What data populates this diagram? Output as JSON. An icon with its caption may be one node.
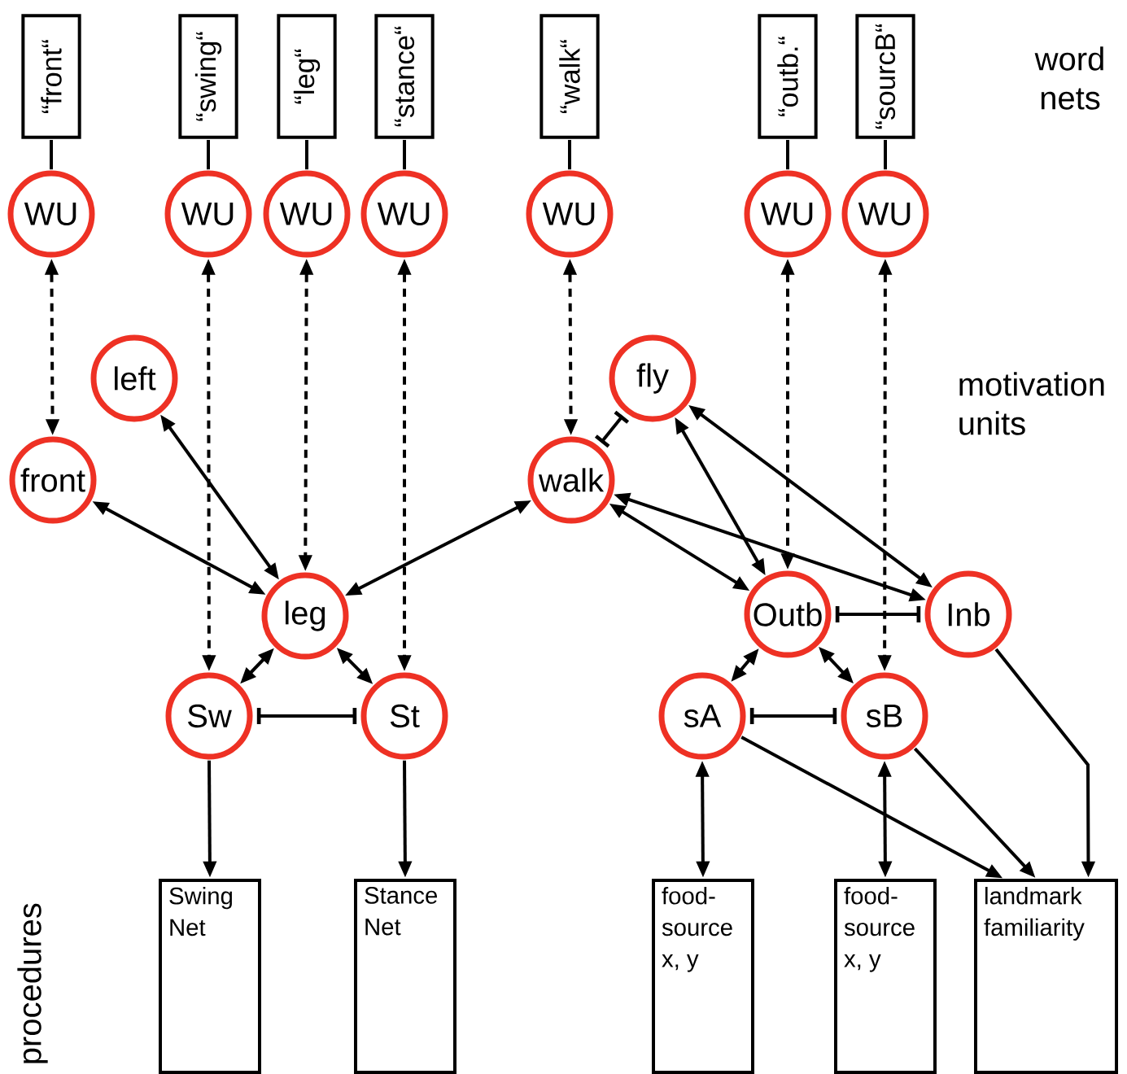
{
  "diagram": {
    "nodes": [
      {
        "text": [
          "“front“"
        ]
      },
      {
        "text": [
          "“swing“"
        ]
      },
      {
        "text": [
          "“leg“"
        ]
      },
      {
        "text": [
          "“stance“"
        ]
      },
      {
        "text": [
          "“walk“"
        ]
      },
      {
        "text": [
          "“outb.“"
        ]
      },
      {
        "text": [
          "“sourcB“"
        ]
      },
      {
        "text": [
          "WU"
        ]
      },
      {
        "text": [
          "WU"
        ]
      },
      {
        "text": [
          "WU"
        ]
      },
      {
        "text": [
          "WU"
        ]
      },
      {
        "text": [
          "WU"
        ]
      },
      {
        "text": [
          "WU"
        ]
      },
      {
        "text": [
          "WU"
        ]
      },
      {
        "text": [
          "left"
        ]
      },
      {
        "text": [
          "fly"
        ]
      },
      {
        "text": [
          "front"
        ]
      },
      {
        "text": [
          "walk"
        ]
      },
      {
        "text": [
          "leg"
        ]
      },
      {
        "text": [
          "Outb"
        ]
      },
      {
        "text": [
          "Inb"
        ]
      },
      {
        "text": [
          "Sw"
        ]
      },
      {
        "text": [
          "St"
        ]
      },
      {
        "text": [
          "sA"
        ]
      },
      {
        "text": [
          "sB"
        ]
      },
      {
        "text": [
          "Swing Net"
        ]
      },
      {
        "text": [
          "Stance Net"
        ]
      },
      {
        "text": [
          "food- source x, y"
        ]
      },
      {
        "text": [
          "food- source x, y"
        ]
      },
      {
        "text": [
          "landmark familiarity"
        ]
      }
    ],
    "edges": [
      {
        "from": 0,
        "to": 7,
        "arrow": "none"
      },
      {
        "from": 1,
        "to": 8,
        "arrow": "none"
      },
      {
        "from": 2,
        "to": 9,
        "arrow": "none"
      },
      {
        "from": 3,
        "to": 10,
        "arrow": "none"
      },
      {
        "from": 4,
        "to": 11,
        "arrow": "none"
      },
      {
        "from": 5,
        "to": 12,
        "arrow": "none"
      },
      {
        "from": 6,
        "to": 13,
        "arrow": "none"
      },
      {
        "from": 7,
        "to": 16,
        "arrow": "both",
        "style": "dashed"
      },
      {
        "from": 8,
        "to": 21,
        "arrow": "both",
        "style": "dashed"
      },
      {
        "from": 9,
        "to": 18,
        "arrow": "both",
        "style": "dashed"
      },
      {
        "from": 10,
        "to": 22,
        "arrow": "both",
        "style": "dashed"
      },
      {
        "from": 11,
        "to": 17,
        "arrow": "both",
        "style": "dashed"
      },
      {
        "from": 12,
        "to": 19,
        "arrow": "both",
        "style": "dashed"
      },
      {
        "from": 13,
        "to": 24,
        "arrow": "both",
        "style": "dashed"
      },
      {
        "from": 14,
        "to": 18,
        "arrow": "both"
      },
      {
        "from": 16,
        "to": 18,
        "arrow": "both"
      },
      {
        "from": 17,
        "to": 18,
        "arrow": "both"
      },
      {
        "from": 15,
        "to": 17,
        "arrow": "other"
      },
      {
        "from": 15,
        "to": 19,
        "arrow": "both"
      },
      {
        "from": 15,
        "to": 20,
        "arrow": "both"
      },
      {
        "from": 17,
        "to": 19,
        "arrow": "both"
      },
      {
        "from": 17,
        "to": 20,
        "arrow": "both"
      },
      {
        "from": 19,
        "to": 20,
        "arrow": "other"
      },
      {
        "from": 18,
        "to": 21,
        "arrow": "both"
      },
      {
        "from": 18,
        "to": 22,
        "arrow": "both"
      },
      {
        "from": 21,
        "to": 22,
        "arrow": "other"
      },
      {
        "from": 19,
        "to": 23,
        "arrow": "both"
      },
      {
        "from": 19,
        "to": 24,
        "arrow": "both"
      },
      {
        "from": 23,
        "to": 24,
        "arrow": "other"
      },
      {
        "from": 21,
        "to": 25,
        "arrow": "to"
      },
      {
        "from": 22,
        "to": 26,
        "arrow": "to"
      },
      {
        "from": 23,
        "to": 27,
        "arrow": "both"
      },
      {
        "from": 24,
        "to": 28,
        "arrow": "both"
      },
      {
        "from": 23,
        "to": 29,
        "arrow": "to"
      },
      {
        "from": 24,
        "to": 29,
        "arrow": "to"
      },
      {
        "from": 20,
        "to": 29,
        "arrow": "to"
      }
    ],
    "labels": [
      "word nets",
      "motivation units",
      "procedures"
    ]
  }
}
